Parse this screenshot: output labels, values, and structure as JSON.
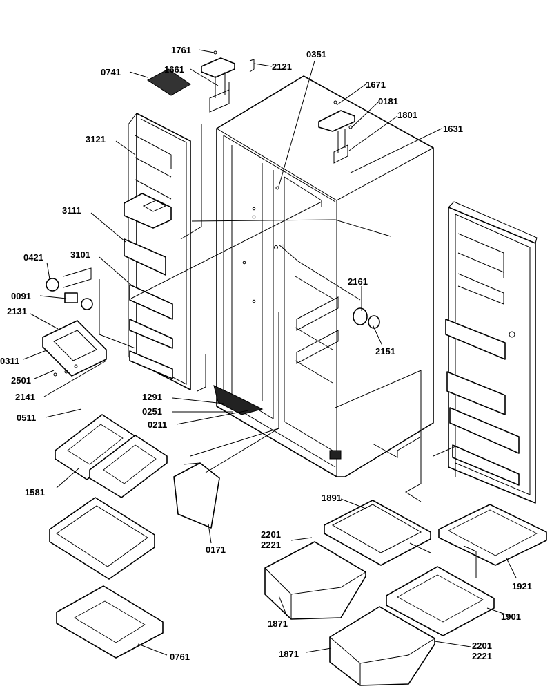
{
  "labels": {
    "l1761": "1761",
    "l2121": "2121",
    "l0351": "0351",
    "l0741": "0741",
    "l1661": "1661",
    "l1671": "1671",
    "l0181": "0181",
    "l1801": "1801",
    "l1631": "1631",
    "l3121": "3121",
    "l3111": "3111",
    "l3101": "3101",
    "l0421": "0421",
    "l0091": "0091",
    "l2131": "2131",
    "l0311": "0311",
    "l2501": "2501",
    "l2141": "2141",
    "l0511": "0511",
    "l1291": "1291",
    "l0251": "0251",
    "l0211": "0211",
    "l2161": "2161",
    "l2151": "2151",
    "l1581": "1581",
    "l0171": "0171",
    "l1891": "1891",
    "l2201a": "2201",
    "l2221a": "2221",
    "l1921": "1921",
    "l1871a": "1871",
    "l1901": "1901",
    "l1871b": "1871",
    "l2201b": "2201",
    "l2221b": "2221",
    "l0761": "0761"
  }
}
